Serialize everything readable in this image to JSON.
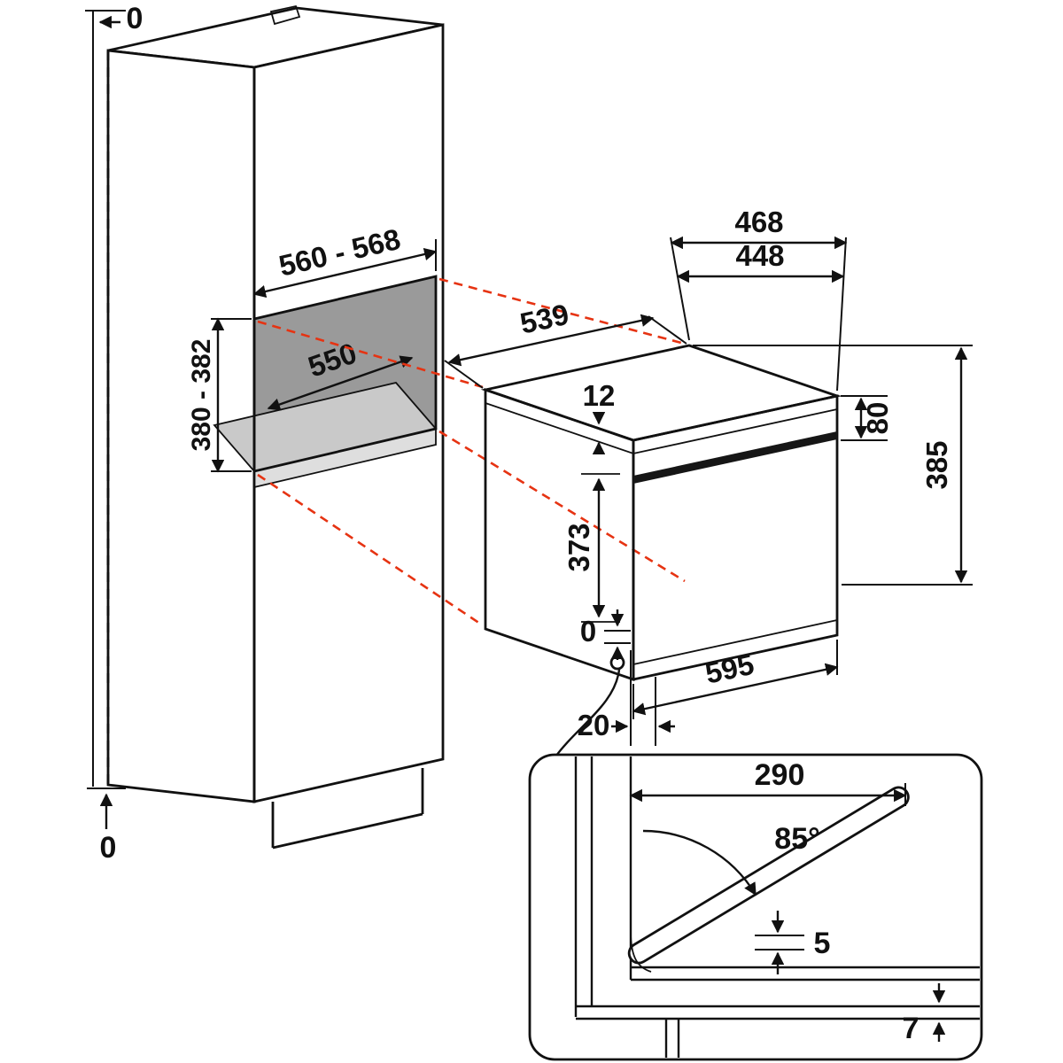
{
  "colors": {
    "ink": "#111111",
    "projection_red": "#e63312",
    "niche_back": "#9a9a9a",
    "niche_floor": "#c9c9c9",
    "niche_shelf_edge": "#dedede",
    "appliance_band": "#161616"
  },
  "cabinet": {
    "top_clearance": "0",
    "bottom_clearance": "0",
    "niche_width": "560 - 568",
    "niche_depth": "550",
    "niche_height": "380 - 382"
  },
  "appliance": {
    "body_width": "539",
    "depth_overall": "468",
    "depth_body": "448",
    "top_lip": "12",
    "door_height": "373",
    "control_panel_height": "80",
    "total_height": "385",
    "front_width": "595",
    "bottom_clearance": "0",
    "door_protrusion": "20"
  },
  "detail": {
    "door_length": "290",
    "door_angle": "85°",
    "door_gap": "5",
    "edge_gap": "7"
  }
}
